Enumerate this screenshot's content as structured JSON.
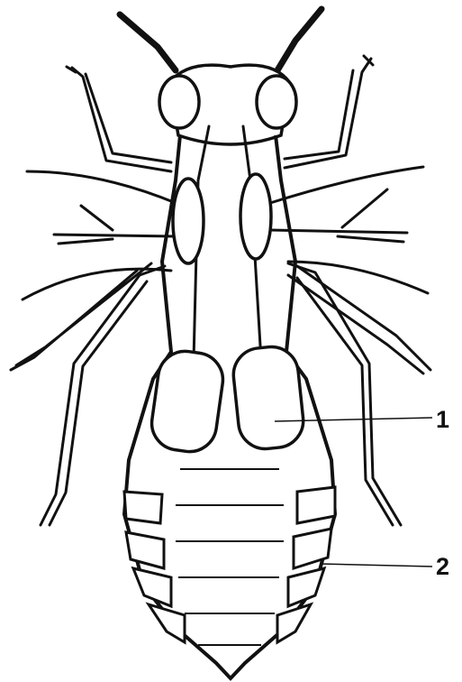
{
  "figure": {
    "subject": "insect-anatomy-ventral-view",
    "stroke_color": "#111111",
    "background_color": "#ffffff",
    "labels": [
      {
        "id": "label-1",
        "text": "1"
      },
      {
        "id": "label-2",
        "text": "2"
      }
    ]
  }
}
